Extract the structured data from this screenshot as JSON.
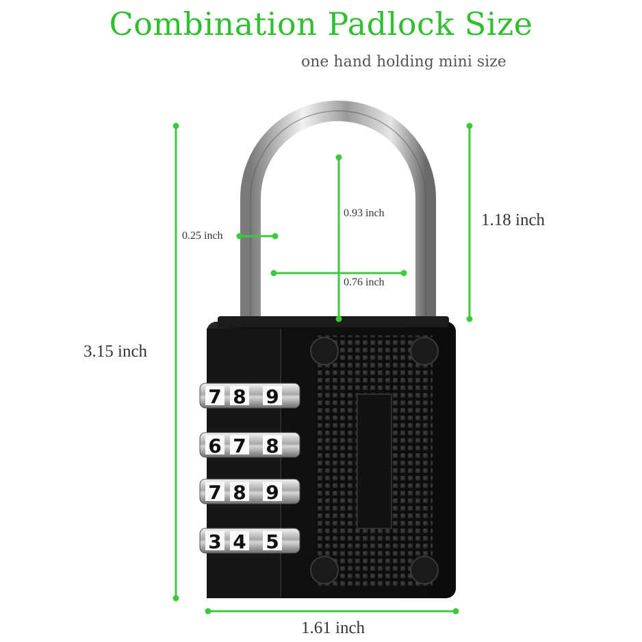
{
  "header": {
    "title": "Combination Padlock Size",
    "subtitle": "one hand holding mini size"
  },
  "dimensions": {
    "total_height": "3.15 inch",
    "shackle_height": "1.18 inch",
    "shackle_thickness": "0.25 inch",
    "shackle_inner_height": "0.93 inch",
    "shackle_inner_width": "0.76 inch",
    "body_width": "1.61 inch"
  },
  "dials": [
    [
      "7",
      "8",
      "9"
    ],
    [
      "6",
      "7",
      "8"
    ],
    [
      "7",
      "8",
      "9"
    ],
    [
      "3",
      "4",
      "5"
    ]
  ],
  "colors": {
    "accent": "#3cc93c",
    "title": "#2fbf2f",
    "lock_body": "#141414",
    "shackle": "#c8c8c8"
  }
}
